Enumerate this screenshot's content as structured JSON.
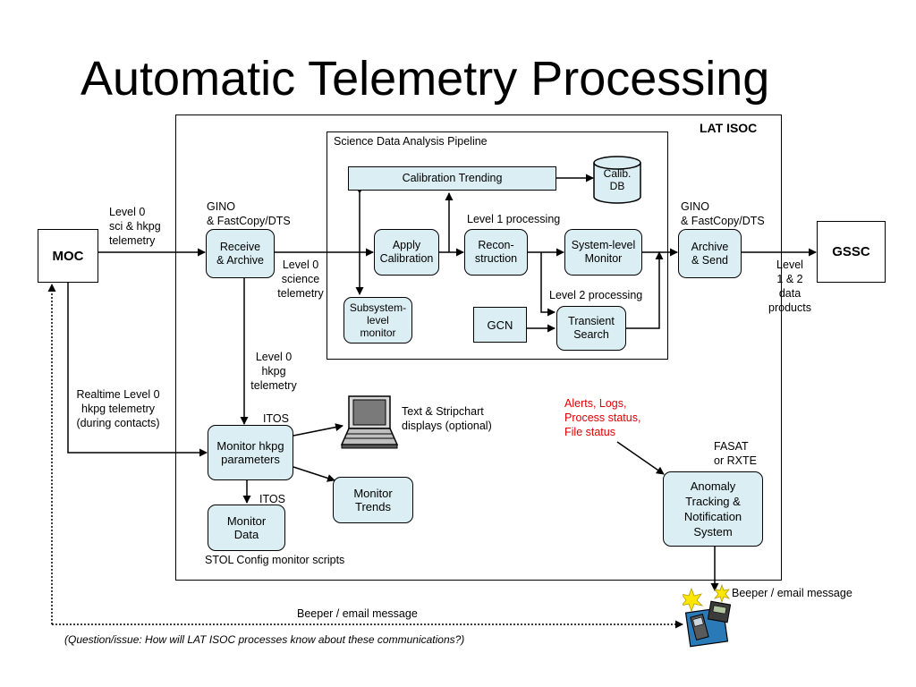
{
  "title": "Automatic Telemetry Processing",
  "frames": {
    "lat_isoc": "LAT ISOC",
    "pipeline": "Science Data Analysis Pipeline"
  },
  "nodes": {
    "moc": "MOC",
    "gssc": "GSSC",
    "receive_archive": "Receive\n& Archive",
    "apply_calibration": "Apply\nCalibration",
    "reconstruction": "Recon-\nstruction",
    "system_level_monitor": "System-level\nMonitor",
    "archive_send": "Archive\n& Send",
    "calibration_trending": "Calibration Trending",
    "calib_db": "Calib.\nDB",
    "subsystem_monitor": "Subsystem-\nlevel\nmonitor",
    "gcn": "GCN",
    "transient_search": "Transient\nSearch",
    "monitor_hkpg": "Monitor hkpg\nparameters",
    "monitor_trends": "Monitor\nTrends",
    "monitor_data": "Monitor\nData",
    "anomaly_tracking": "Anomaly\nTracking &\nNotification\nSystem"
  },
  "labels": {
    "level0_sci_hkpg": "Level 0\nsci & hkpg\ntelemetry",
    "gino_left": "GINO\n& FastCopy/DTS",
    "gino_right": "GINO\n& FastCopy/DTS",
    "level0_science": "Level 0\nscience\ntelemetry",
    "level1_processing": "Level 1 processing",
    "level2_processing": "Level 2 processing",
    "level12_products": "Level\n1 & 2\ndata\nproducts",
    "level0_hkpg": "Level 0\nhkpg\ntelemetry",
    "realtime_hkpg": "Realtime Level 0\nhkpg telemetry\n(during contacts)",
    "itos_top": "ITOS",
    "itos_bottom": "ITOS",
    "text_stripchart": "Text & Stripchart\ndisplays (optional)",
    "alerts": "Alerts, Logs,\nProcess status,\nFile status",
    "fasat": "FASAT\nor RXTE",
    "stol_config": "STOL Config monitor scripts",
    "beeper_right": "Beeper / email message",
    "beeper_bottom": "Beeper / email message",
    "question": "(Question/issue: How will LAT ISOC processes know about these communications?)"
  },
  "icons": {
    "laptop": "laptop-icon",
    "pager": "pager-phone-icon"
  },
  "colors": {
    "box_fill": "#daeef3",
    "alert_text": "#e20000"
  }
}
